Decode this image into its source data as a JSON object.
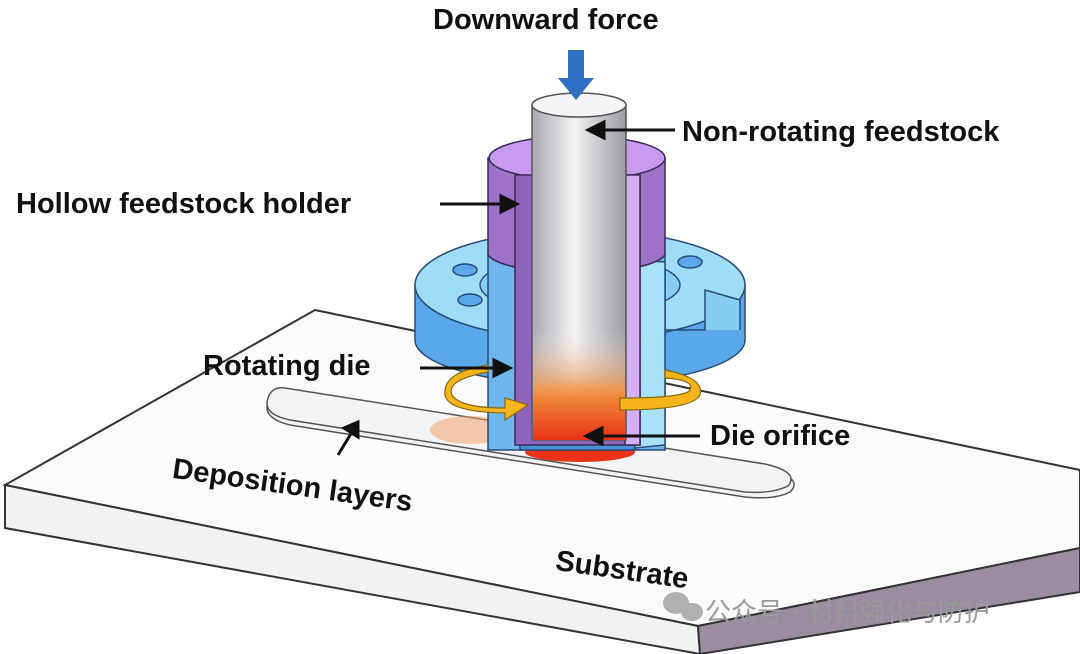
{
  "labels": {
    "downward_force": "Downward force",
    "feedstock": "Non-rotating feedstock",
    "holder": "Hollow feedstock holder",
    "rotating_die": "Rotating die",
    "die_orifice": "Die orifice",
    "deposition_layers": "Deposition layers",
    "substrate": "Substrate"
  },
  "watermark": "公众号 · 材料强化与防护",
  "colors": {
    "feedstock": "#d9d9dc",
    "holder": "#b98be0",
    "die": "#6fb8ef",
    "rotation_arrow": "#f5b51c",
    "force_arrow": "#2f6fc4",
    "hot_zone": "#e83a1a"
  }
}
